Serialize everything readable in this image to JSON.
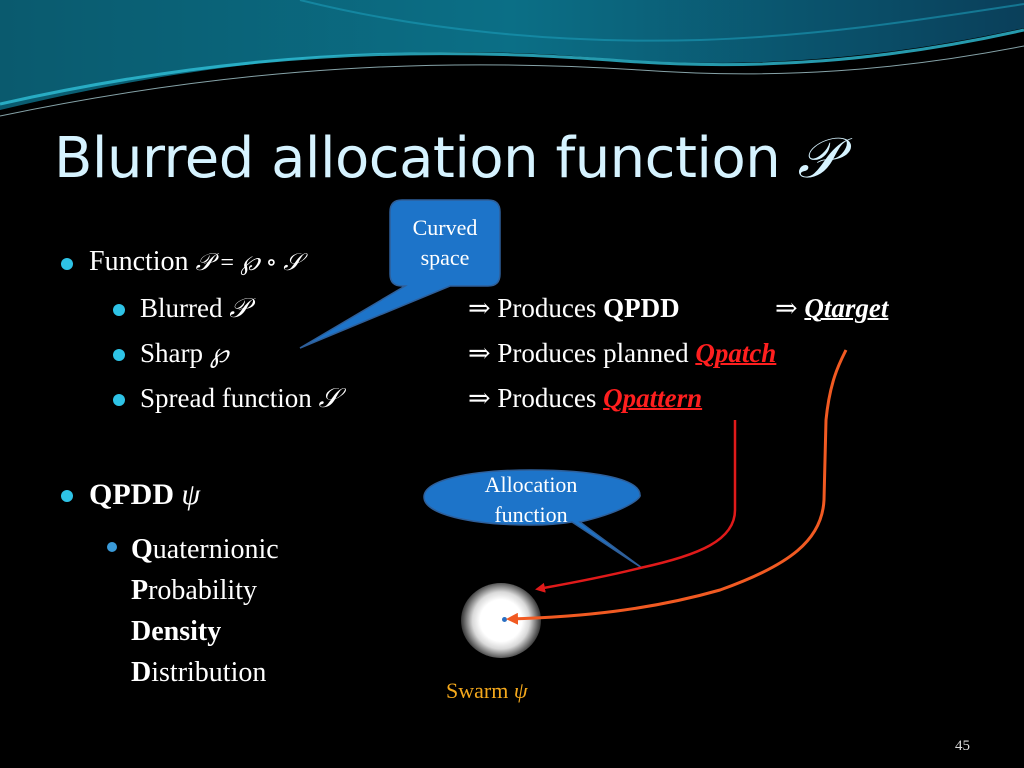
{
  "title": {
    "text": "Blurred allocation function",
    "symbol": "𝒫"
  },
  "bullets": {
    "function": {
      "label": "Function",
      "formula": "𝒫 = ℘ ∘ 𝒮"
    },
    "blurred": {
      "label": "Blurred",
      "symbol": "𝒫",
      "arrow": "⇒ Produces",
      "result": "QPDD",
      "arrow2": "⇒",
      "target": "Qtarget"
    },
    "sharp": {
      "label": "Sharp",
      "symbol": "℘",
      "arrow": "⇒ Produces planned",
      "result": "Qpatch"
    },
    "spread": {
      "label": "Spread function",
      "symbol": "𝒮",
      "arrow": "⇒ Produces",
      "result": "Qpattern"
    },
    "qpdd": {
      "label": "QPDD",
      "symbol": "ψ"
    },
    "acronym": [
      {
        "first": "Q",
        "rest": "uaternionic"
      },
      {
        "first": "P",
        "rest": "robability"
      },
      {
        "first": "Density",
        "rest": ""
      },
      {
        "first": "D",
        "rest": "istribution"
      }
    ]
  },
  "callouts": {
    "curved": {
      "line1": "Curved",
      "line2": "space"
    },
    "allocation": {
      "line1": "Allocation",
      "line2": "function"
    }
  },
  "swarm": {
    "label": "Swarm",
    "symbol": "ψ"
  },
  "page_number": "45",
  "colors": {
    "background": "#000000",
    "title": "#d6f3ff",
    "red": "#ff1f1f",
    "orange": "#f15a22",
    "callout": "#1d74c9",
    "swarm": "#f4a81c"
  }
}
